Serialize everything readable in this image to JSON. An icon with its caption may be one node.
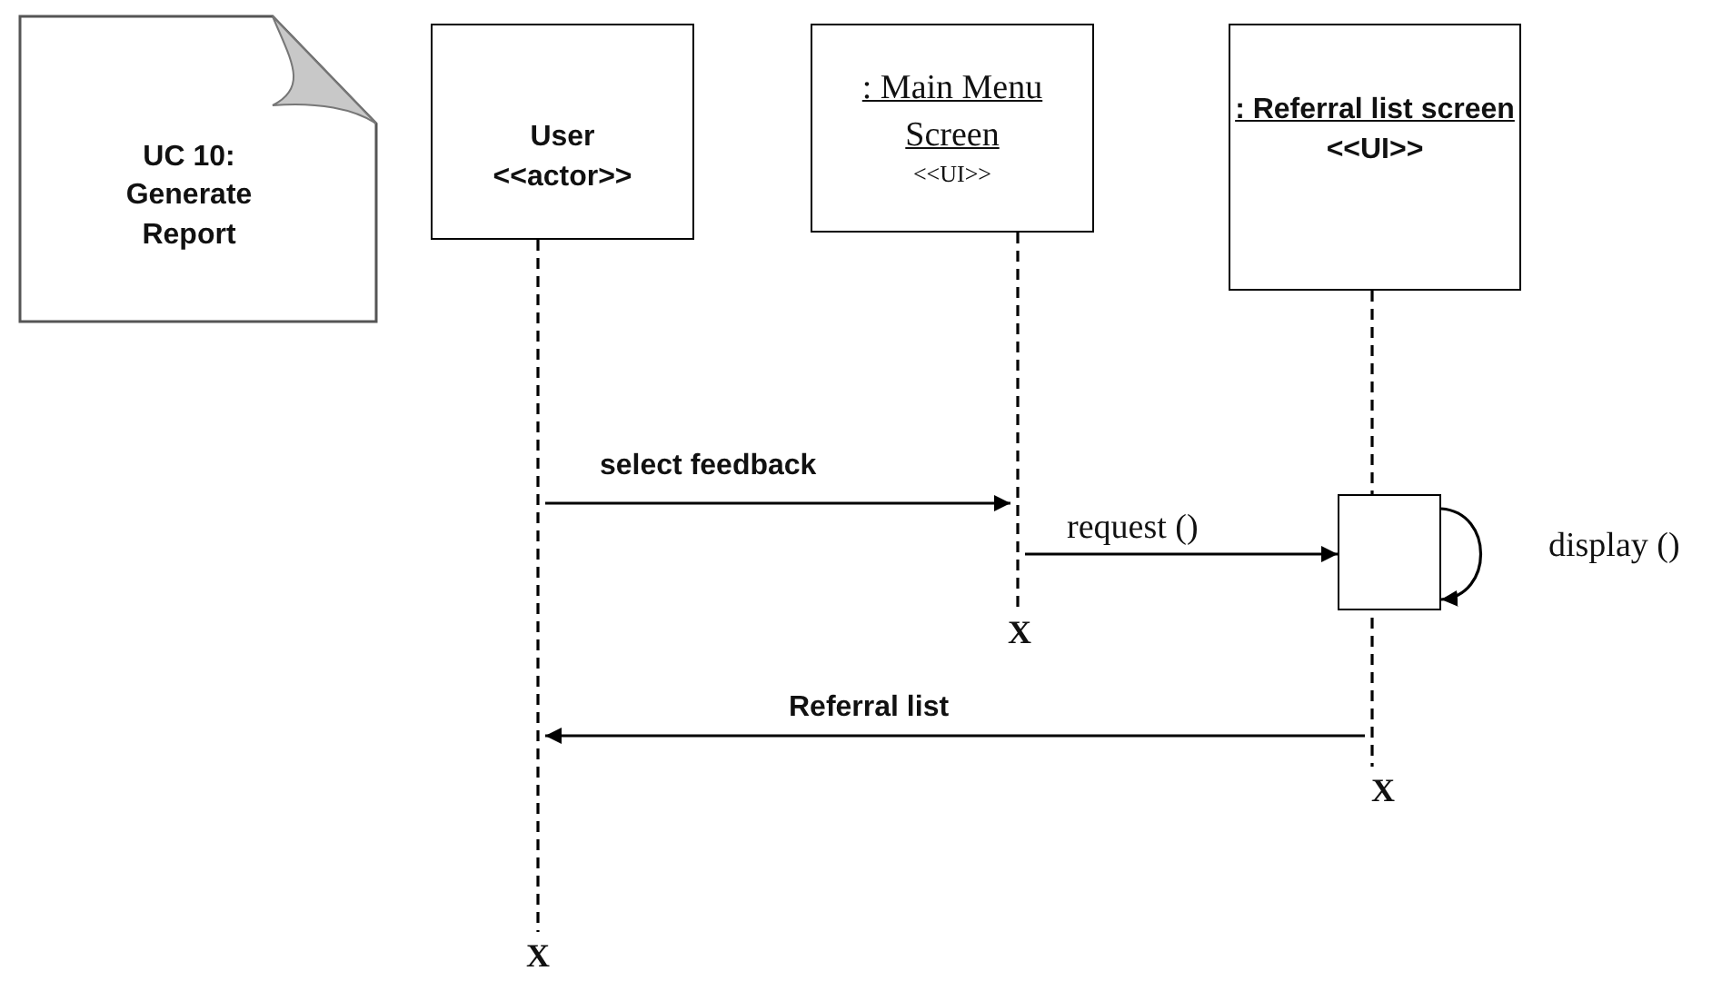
{
  "diagram": {
    "nodes": [
      {
        "text": [
          "UC 10: Generate Report"
        ]
      },
      {
        "text": [
          "User",
          "<<actor>>"
        ]
      },
      {
        "text": [
          ": Main Menu Screen",
          "<<UI>>"
        ]
      },
      {
        "text": [
          ": Referral list screen",
          "<<UI>>"
        ]
      },
      {
        "text": [],
        "shape": "line"
      },
      {
        "text": [],
        "shape": "line"
      },
      {
        "text": [],
        "shape": "line"
      },
      {
        "text": [],
        "shape": "box"
      },
      {
        "text": [
          "X"
        ]
      },
      {
        "text": [
          "X"
        ]
      },
      {
        "text": [
          "X"
        ]
      }
    ],
    "edges": [
      {
        "from": 4,
        "to": 5,
        "arrow": "to",
        "label": "select feedback"
      },
      {
        "from": 5,
        "to": 7,
        "arrow": "to",
        "label": "request ()"
      },
      {
        "from": 7,
        "to": 7,
        "arrow": "to",
        "label": "display ()"
      },
      {
        "from": 6,
        "to": 4,
        "arrow": "to",
        "label": "Referral list"
      }
    ]
  }
}
